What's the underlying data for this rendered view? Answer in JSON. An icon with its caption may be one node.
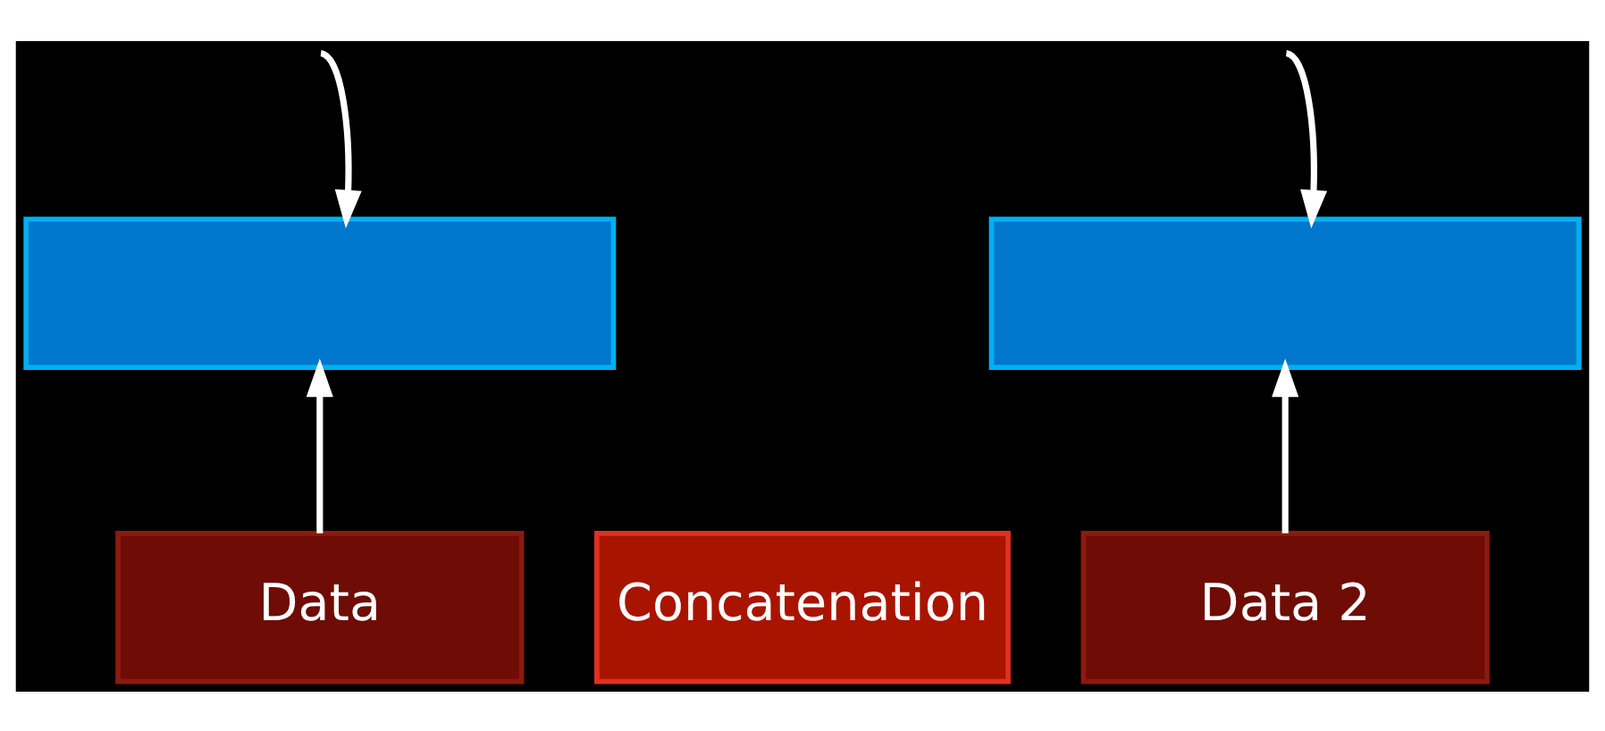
{
  "diagram": {
    "nodes": [
      {
        "text": [],
        "shape": "box"
      },
      {
        "text": [],
        "shape": "box"
      },
      {
        "text": [
          "Data"
        ]
      },
      {
        "text": [
          "Concatenation"
        ]
      },
      {
        "text": [
          "Data 2"
        ]
      }
    ],
    "edges": [
      {
        "from": null,
        "to": 0,
        "arrow": "to"
      },
      {
        "from": null,
        "to": 1,
        "arrow": "to"
      },
      {
        "from": 2,
        "to": 0,
        "arrow": "to"
      },
      {
        "from": 4,
        "to": 1,
        "arrow": "to"
      }
    ]
  }
}
